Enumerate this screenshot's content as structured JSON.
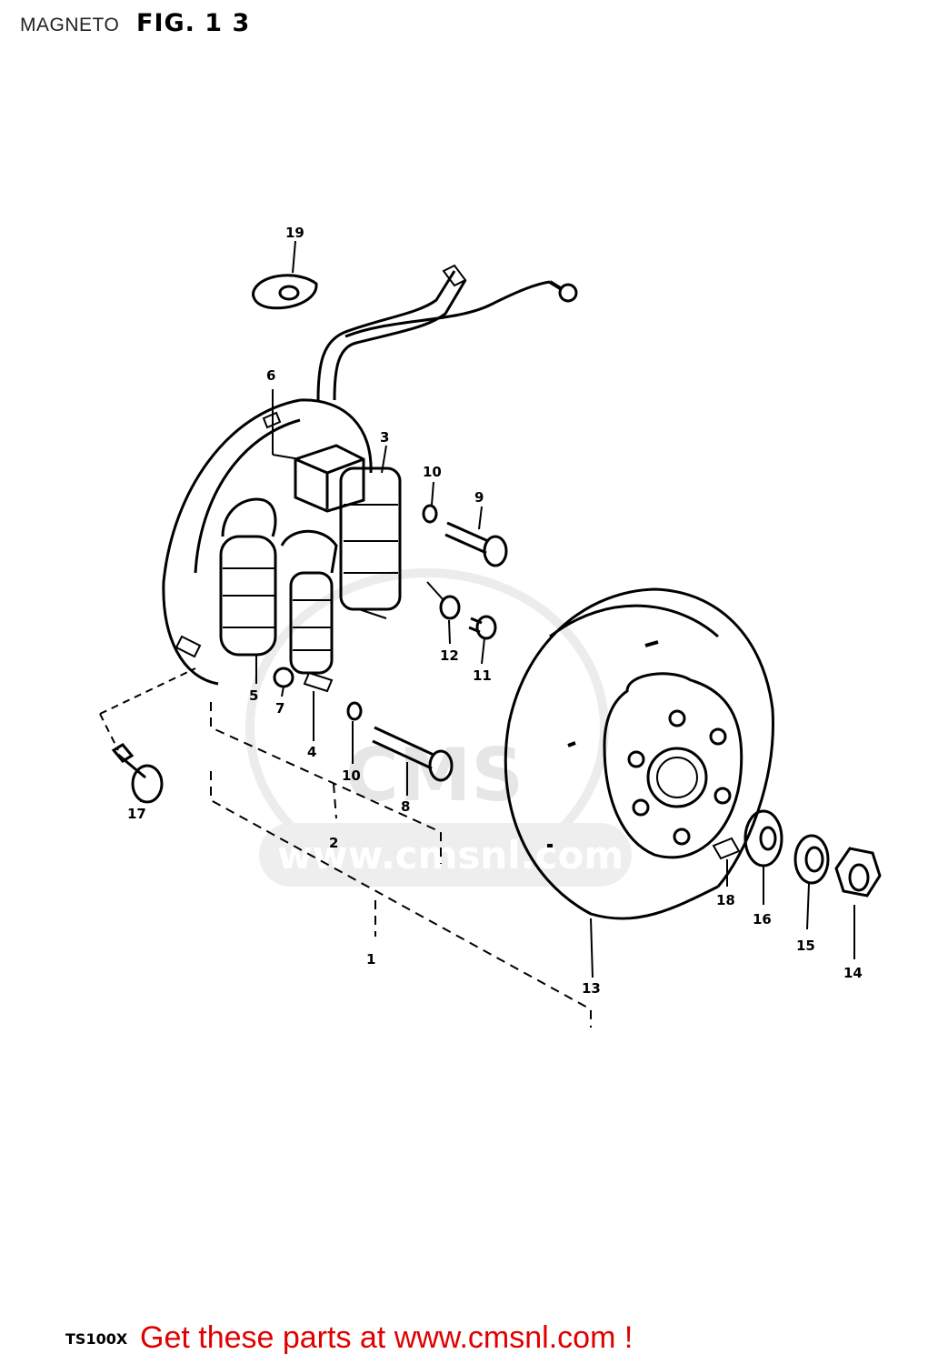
{
  "header": {
    "section_title": "MAGNETO",
    "figure_label": "FIG. 1 3"
  },
  "footer": {
    "model_code": "TS100X",
    "promo_text": "Get these parts at www.cmsnl.com !"
  },
  "watermark": {
    "brand": "CMS",
    "url": "www.cmsnl.com"
  },
  "callouts": {
    "c1": "1",
    "c2": "2",
    "c3": "3",
    "c4": "4",
    "c5": "5",
    "c6": "6",
    "c7": "7",
    "c8": "8",
    "c9": "9",
    "c10a": "10",
    "c10b": "10",
    "c11": "11",
    "c12": "12",
    "c13": "13",
    "c14": "14",
    "c15": "15",
    "c16": "16",
    "c17": "17",
    "c18": "18",
    "c19": "19"
  },
  "colors": {
    "line": "#000000",
    "promo": "#e00000",
    "watermark": "#e6e6e6"
  }
}
